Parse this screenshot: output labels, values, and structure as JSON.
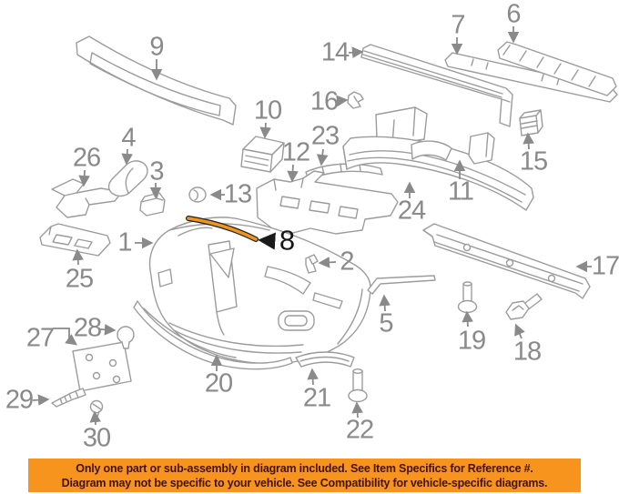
{
  "diagram": {
    "description": "Front bumper exploded parts diagram",
    "highlight_color": "#ef9420",
    "line_color": "#9c9c9c",
    "label_color": "#8a8a8a",
    "highlight_label_color": "#161616"
  },
  "callouts": {
    "1": {
      "label": "1"
    },
    "2": {
      "label": "2"
    },
    "3": {
      "label": "3"
    },
    "4": {
      "label": "4"
    },
    "5": {
      "label": "5"
    },
    "6": {
      "label": "6"
    },
    "7": {
      "label": "7"
    },
    "8": {
      "label": "8"
    },
    "9": {
      "label": "9"
    },
    "10": {
      "label": "10"
    },
    "11": {
      "label": "11"
    },
    "12": {
      "label": "12"
    },
    "13": {
      "label": "13"
    },
    "14": {
      "label": "14"
    },
    "15": {
      "label": "15"
    },
    "16": {
      "label": "16"
    },
    "17": {
      "label": "17"
    },
    "18": {
      "label": "18"
    },
    "19": {
      "label": "19"
    },
    "20": {
      "label": "20"
    },
    "21": {
      "label": "21"
    },
    "22": {
      "label": "22"
    },
    "23": {
      "label": "23"
    },
    "24": {
      "label": "24"
    },
    "25": {
      "label": "25"
    },
    "26": {
      "label": "26"
    },
    "27": {
      "label": "27"
    },
    "28": {
      "label": "28"
    },
    "29": {
      "label": "29"
    },
    "30": {
      "label": "30"
    }
  },
  "banner": {
    "line1": "Only one part or sub-assembly in diagram included. See Item Specifics for Reference #.",
    "line2": "Diagram may not be specific to your vehicle. See Compatibility for vehicle-specific diagrams.",
    "bg_color": "#f7941d",
    "text_color": "#45120e"
  }
}
